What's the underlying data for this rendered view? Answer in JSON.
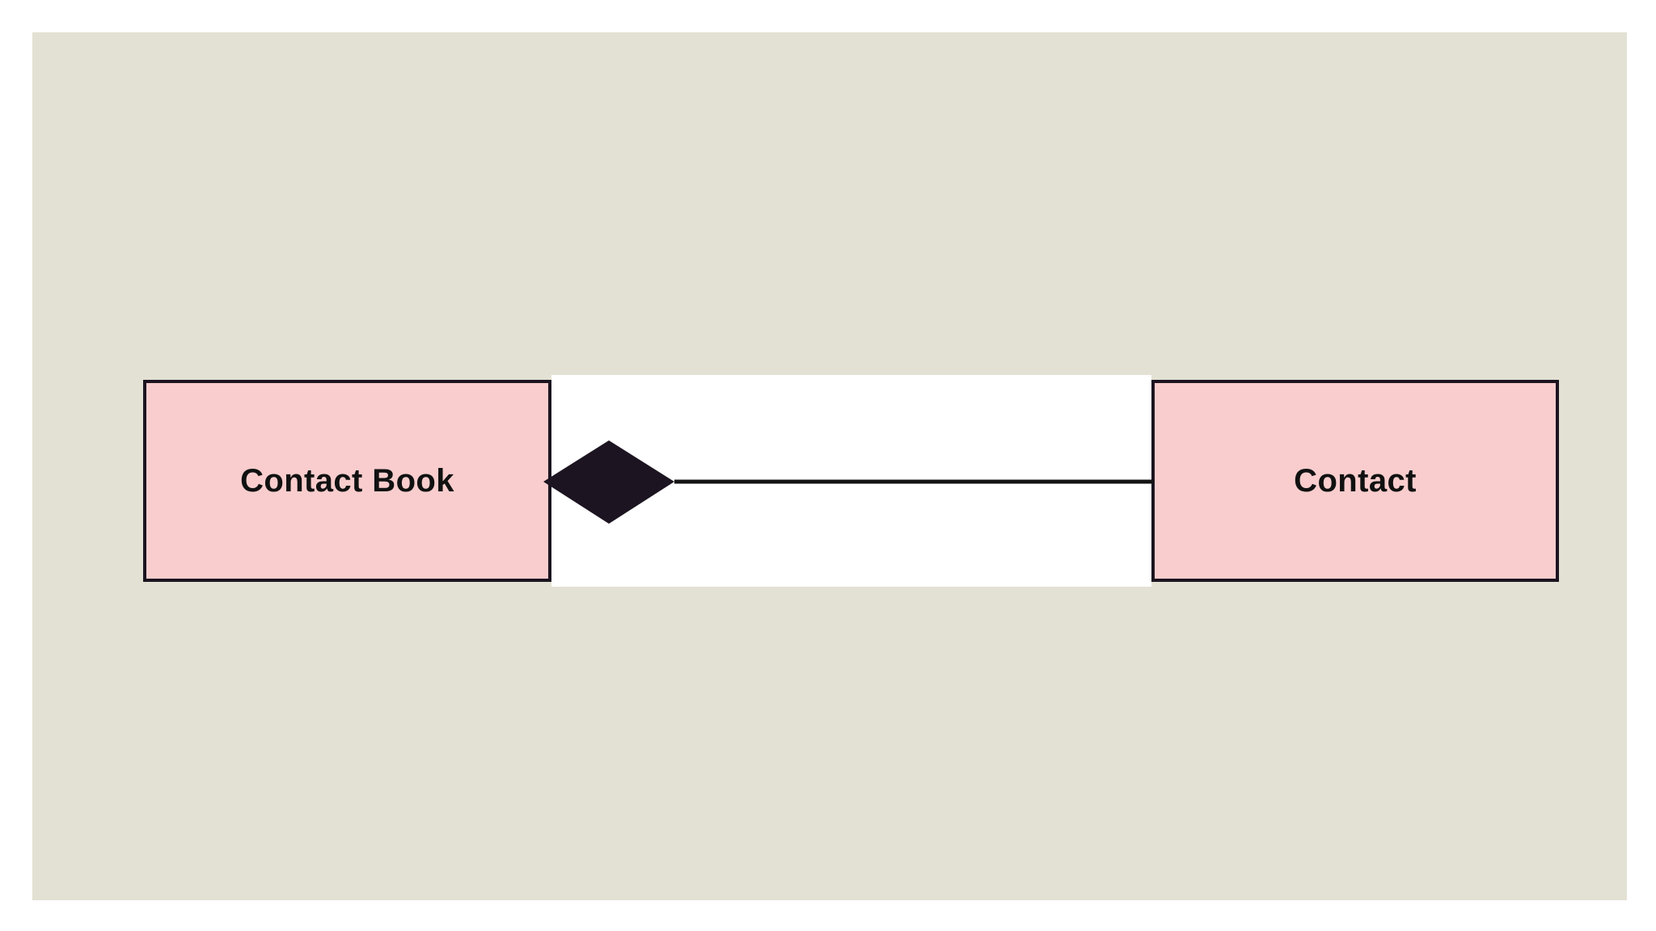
{
  "diagram": {
    "type": "uml-composition",
    "title": "",
    "canvas": {
      "background_color": "#e3e1d3",
      "page_background_color": "#ffffff"
    },
    "entities": [
      {
        "id": "contact-book",
        "label": "Contact Book",
        "fill_color": "#f9cdcd",
        "border_color": "#1c1420",
        "text_color": "#111111"
      },
      {
        "id": "contact",
        "label": "Contact",
        "fill_color": "#f9cdcd",
        "border_color": "#1c1420",
        "text_color": "#111111"
      }
    ],
    "relationship": {
      "kind": "composition",
      "marker": "filled-diamond",
      "marker_color": "#1c1420",
      "line_color": "#141414",
      "lane_background_color": "#ffffff",
      "source": "Contact Book",
      "target": "Contact",
      "source_multiplicity": "",
      "target_multiplicity": "",
      "label": ""
    }
  }
}
